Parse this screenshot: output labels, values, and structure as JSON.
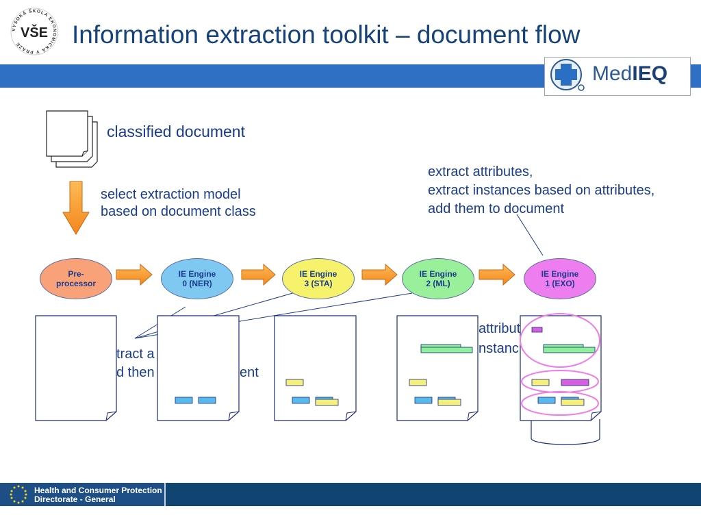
{
  "header": {
    "title": "Information extraction toolkit – document flow",
    "vse_logo_text": "VŠE",
    "vse_ring_text": "VYSOKÁ ŠKOLA EKONOMICKÁ V PRAZE",
    "medieq_prefix": "Med",
    "medieq_suffix": "IEQ"
  },
  "labels": {
    "classified_document": "classified document",
    "select_model_line1": "select extraction model",
    "select_model_line2": "based on document class",
    "extract_line1": "extract attributes,",
    "extract_line2": "extract instances based on attributes,",
    "extract_line3": "add them to document",
    "hidden_left_line1": "tract a",
    "hidden_left_line2": "d then",
    "hidden_left_line3": "ent",
    "hidden_right_line1": "attribut",
    "hidden_right_line2": "nstanc"
  },
  "engines": [
    {
      "line1": "Pre-",
      "line2": "processor",
      "color": "#f9a27a"
    },
    {
      "line1": "IE Engine",
      "line2": "0 (NER)",
      "color": "#7fc8f2"
    },
    {
      "line1": "IE Engine",
      "line2": "3 (STA)",
      "color": "#f7f26b"
    },
    {
      "line1": "IE Engine",
      "line2": "2 (ML)",
      "color": "#9af09a"
    },
    {
      "line1": "IE Engine",
      "line2": "1 (EXO)",
      "color": "#ee7df0"
    }
  ],
  "footer": {
    "line1": "Health and Consumer Protection",
    "line2": "Directorate - General"
  },
  "colors": {
    "arrow_orange": "#f4921e",
    "blue_annotation": "#58b9ec",
    "yellow_annotation": "#f5f07a",
    "green_annotation": "#8ef09a",
    "magenta_annotation": "#d85ee0",
    "highlight_ellipse": "#f07ae6"
  }
}
